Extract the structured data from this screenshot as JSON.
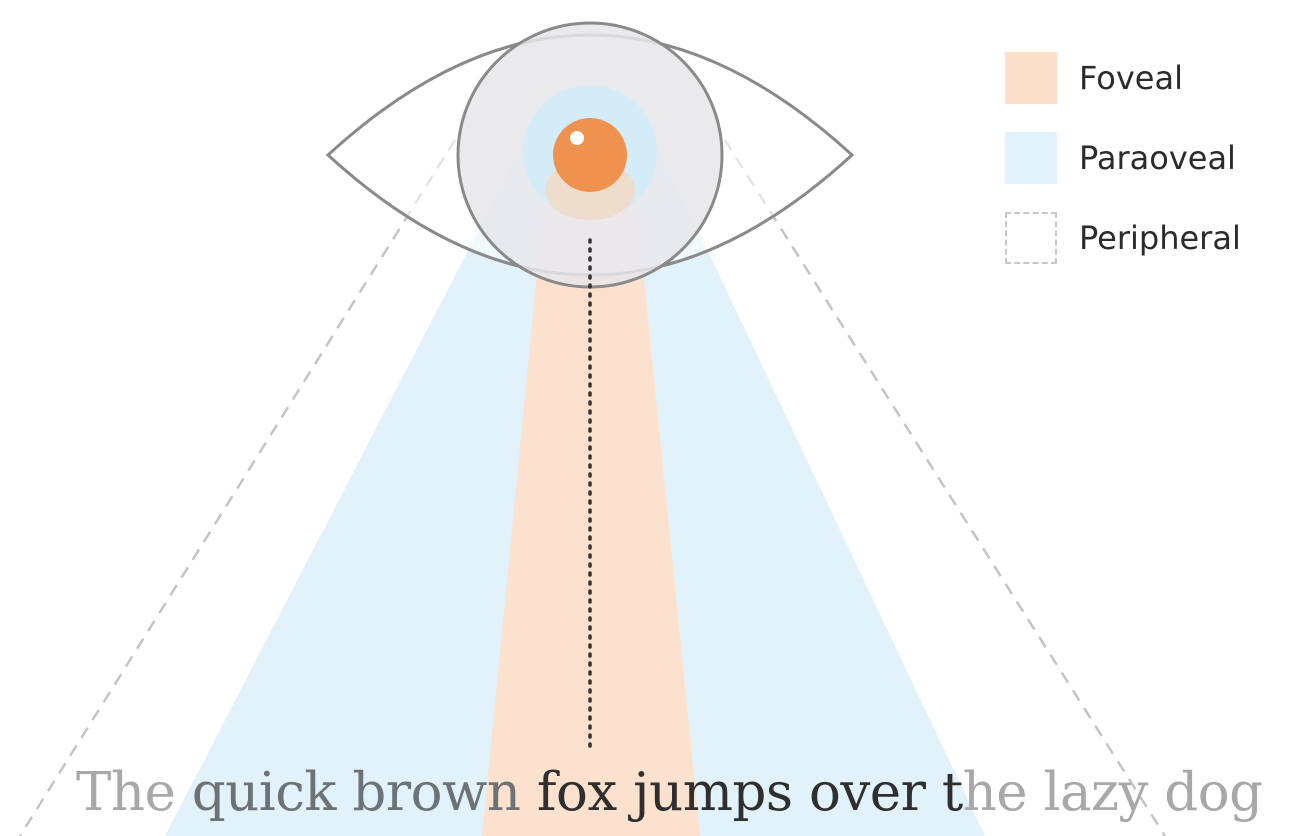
{
  "legend": [
    {
      "label": "Foveal",
      "color": "#fde0cb",
      "style": "fill"
    },
    {
      "label": "Paraoveal",
      "color": "#e2f2fb",
      "style": "fill"
    },
    {
      "label": "Peripheral",
      "color": "#c8c8c8",
      "style": "dashed-outline"
    }
  ],
  "sentence": {
    "segments": [
      {
        "text": "The ",
        "zone": "peripheral"
      },
      {
        "text": "quick brown ",
        "zone": "paraoveal"
      },
      {
        "text": "fox jumps over t",
        "zone": "foveal"
      },
      {
        "text": "he lazy dog",
        "zone": "peripheral"
      }
    ]
  },
  "colors": {
    "foveal_region": "#fde0cb",
    "paraoveal_region": "#e2f2fb",
    "iris": "#e6e6ea",
    "pupil": "#f0924f",
    "eye_outline": "#8a8a8a",
    "peripheral_line": "#c4c4c4",
    "sight_line": "#333333"
  },
  "icons": {
    "eye": "eye-icon"
  }
}
